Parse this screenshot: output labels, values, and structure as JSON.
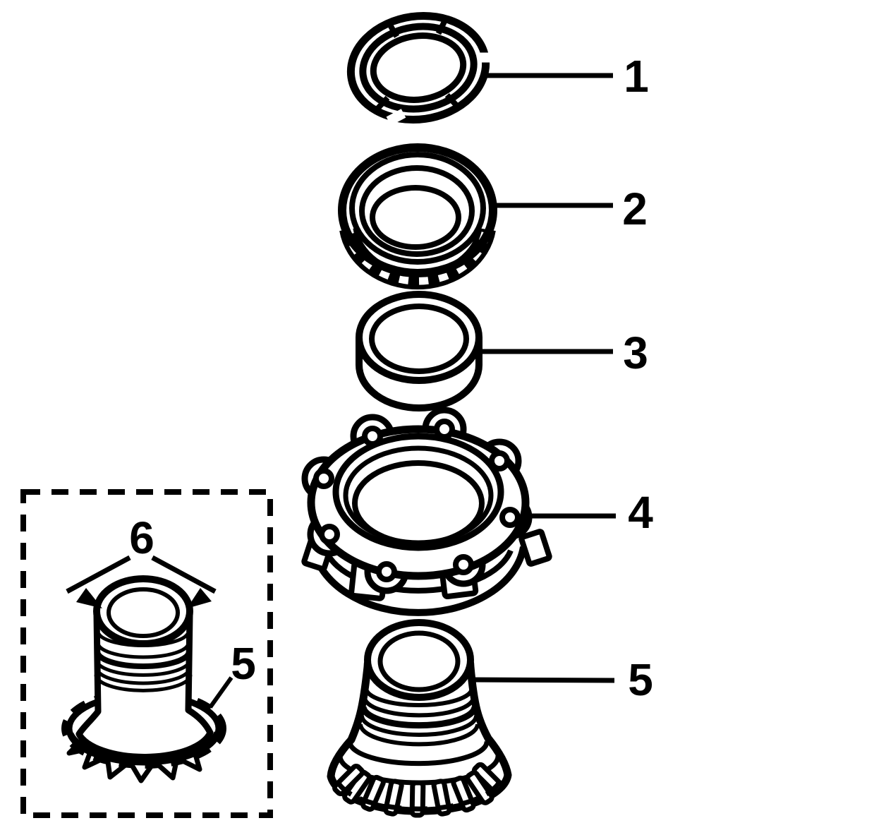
{
  "figure": {
    "kind": "exploded-parts-line-diagram",
    "colors": {
      "line": "#000000",
      "background": "#ffffff"
    }
  },
  "callouts": [
    {
      "label": "1"
    },
    {
      "label": "2"
    },
    {
      "label": "3"
    },
    {
      "label": "4"
    },
    {
      "label": "5"
    },
    {
      "label": "5"
    },
    {
      "label": "6"
    }
  ]
}
